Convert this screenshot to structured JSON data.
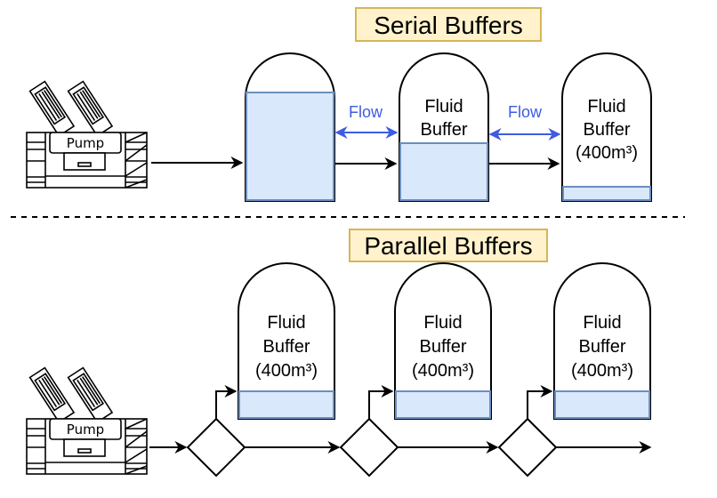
{
  "serial": {
    "title": "Serial Buffers",
    "pump_label": "Pump",
    "flow_labels": [
      "Flow",
      "Flow"
    ],
    "tanks": [
      {
        "lines": [
          "",
          "",
          ""
        ],
        "fill_fraction": 0.83
      },
      {
        "lines": [
          "Fluid",
          "Buffer",
          ""
        ],
        "fill_fraction": 0.45
      },
      {
        "lines": [
          "Fluid",
          "Buffer",
          "(400m³)"
        ],
        "fill_fraction": 0.09
      }
    ]
  },
  "parallel": {
    "title": "Parallel Buffers",
    "pump_label": "Pump",
    "tanks": [
      {
        "lines": [
          "Fluid",
          "Buffer",
          "(400m³)"
        ],
        "fill_fraction": 0.22
      },
      {
        "lines": [
          "Fluid",
          "Buffer",
          "(400m³)"
        ],
        "fill_fraction": 0.22
      },
      {
        "lines": [
          "Fluid",
          "Buffer",
          "(400m³)"
        ],
        "fill_fraction": 0.22
      }
    ]
  },
  "colors": {
    "title_fill": "#fff2cc",
    "title_stroke": "#d6b656",
    "fluid_fill": "#dae8fc",
    "fluid_stroke": "#6c8ebf",
    "flow_arrow": "#3d5ce0"
  }
}
